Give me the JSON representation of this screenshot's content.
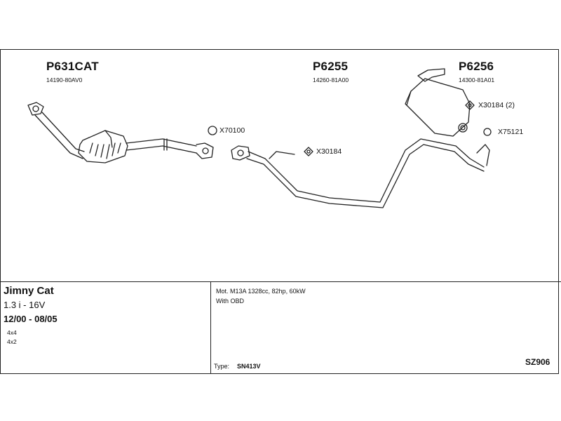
{
  "parts": {
    "cat": {
      "number": "P631CAT",
      "oe": "14190-80AV0"
    },
    "front": {
      "number": "P6255",
      "oe": "14260-81A00"
    },
    "rear": {
      "number": "P6256",
      "oe": "14300-81A01"
    }
  },
  "accessories": {
    "ring": "X70100",
    "gasket_front": "X30184",
    "gasket_rear": "X30184 (2)",
    "ring_rear": "X75121"
  },
  "vehicle": {
    "model": "Jimny Cat",
    "engine": "1.3 i - 16V",
    "years": "12/00 - 08/05",
    "drive1": "4x4",
    "drive2": "4x2"
  },
  "details": {
    "engine_line": "Mot. M13A 1328cc, 82hp, 60kW",
    "obd_line": "With OBD",
    "type_label": "Type:",
    "type_value": "SN413V",
    "code": "SZ906"
  },
  "colors": {
    "line": "#222222",
    "background": "#ffffff"
  }
}
